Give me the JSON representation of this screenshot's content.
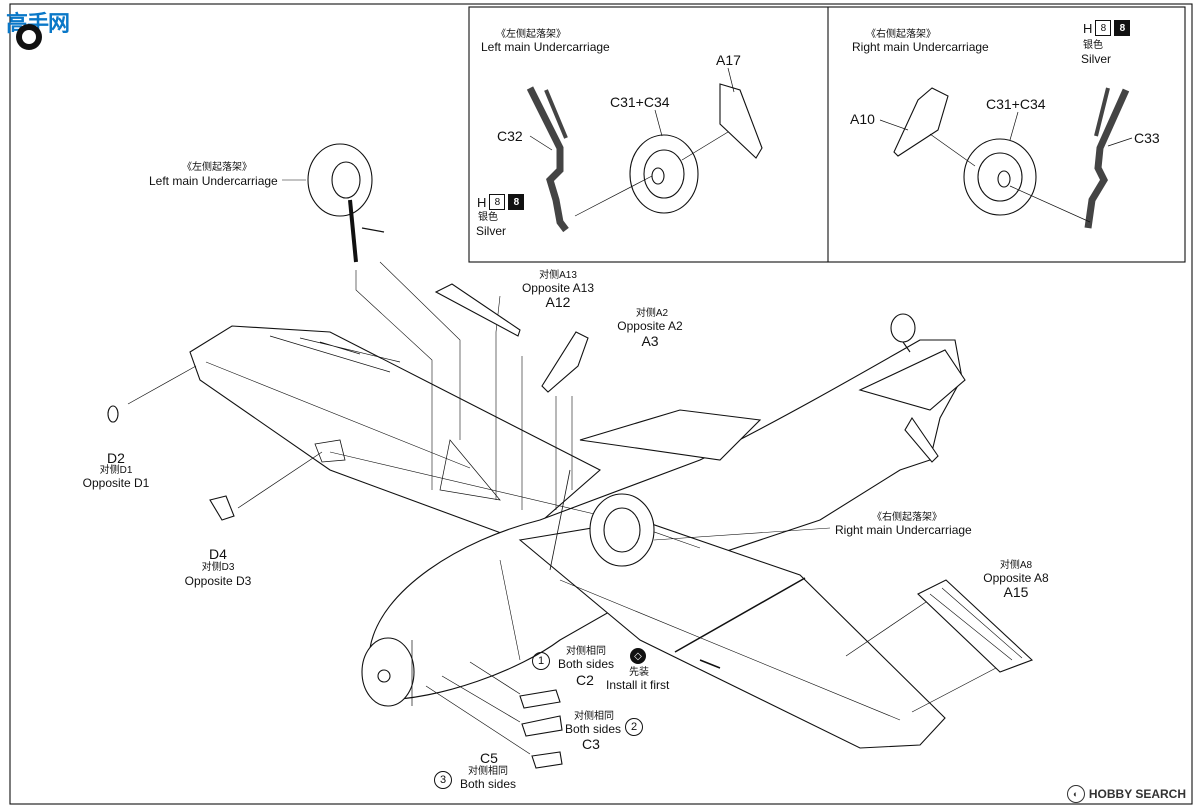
{
  "watermark": {
    "site_logo": "高手网",
    "footer_brand": "HOBBY SEARCH"
  },
  "inset_left": {
    "title_cn": "《左侧起落架》",
    "title_en": "Left main Undercarriage",
    "parts": {
      "leg": "C32",
      "wheel": "C31+C34",
      "door": "A17"
    },
    "paint": {
      "code": "H",
      "num": "8",
      "num_dark": "8",
      "cn": "银色",
      "en": "Silver"
    }
  },
  "inset_right": {
    "title_cn": "《右侧起落架》",
    "title_en": "Right main Undercarriage",
    "parts": {
      "door": "A10",
      "wheel": "C31+C34",
      "leg": "C33"
    },
    "paint": {
      "code": "H",
      "num": "8",
      "num_dark": "8",
      "cn": "银色",
      "en": "Silver"
    }
  },
  "main": {
    "left_uc": {
      "cn": "《左侧起落架》",
      "en": "Left main Undercarriage"
    },
    "right_uc": {
      "cn": "《右侧起落架》",
      "en": "Right main Undercarriage"
    },
    "a12": {
      "cn": "对侧A13",
      "en": "Opposite A13",
      "part": "A12"
    },
    "a3": {
      "cn": "对侧A2",
      "en": "Opposite A2",
      "part": "A3"
    },
    "d2": {
      "part": "D2",
      "cn": "对侧D1",
      "en": "Opposite D1"
    },
    "d4": {
      "part": "D4",
      "cn": "对侧D3",
      "en": "Opposite D3"
    },
    "a15": {
      "cn": "对侧A8",
      "en": "Opposite A8",
      "part": "A15"
    },
    "step1": {
      "num": "1",
      "cn": "对侧相同",
      "en": "Both sides",
      "part": "C2"
    },
    "first": {
      "icon": "◇",
      "cn": "先装",
      "en": "Install it first"
    },
    "step2": {
      "num": "2",
      "cn": "对侧相同",
      "en": "Both sides",
      "part": "C3"
    },
    "step3": {
      "num": "3",
      "cn": "对侧相同",
      "en": "Both sides",
      "part": "C5"
    }
  }
}
